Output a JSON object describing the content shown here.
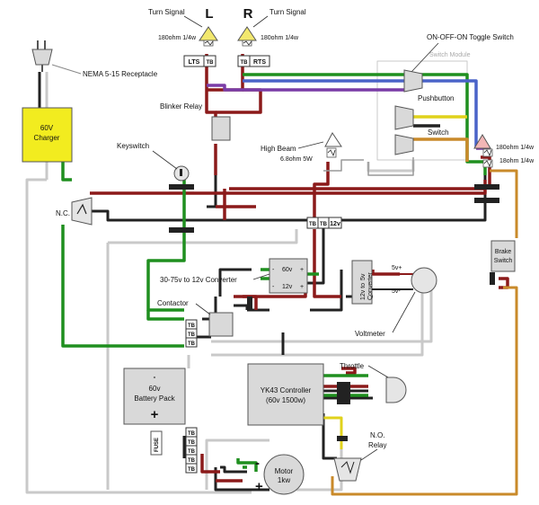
{
  "labels": {
    "turn_signal_left": "Turn Signal",
    "turn_signal_right": "Turn Signal",
    "letter_left": "L",
    "letter_right": "R",
    "res_left": "180ohm 1/4w",
    "res_right": "180ohm 1/4w",
    "lts": "LTS",
    "rts": "RTS",
    "tb": "TB",
    "nema": "NEMA 5-15 Receptacle",
    "toggle": "ON-OFF-ON Toggle Switch",
    "switch_module": "Switch Module",
    "pushbutton": "Pushbutton",
    "switch": "Switch",
    "charger_top": "60V",
    "charger_bottom": "Charger",
    "blinker": "Blinker Relay",
    "keyswitch": "Keyswitch",
    "high_beam": "High Beam",
    "res_high_beam": "6.8ohm 5W",
    "res_tail_1": "180ohm 1/4w",
    "res_tail_2": "18ohm 1/4w",
    "nc": "N.C.",
    "twelve_v": "12v",
    "converter_main": "30-75v to 12v Converter",
    "conv_60v": "60v",
    "conv_12v": "12v",
    "plus": "+",
    "minus": "-",
    "conv_5v_a": "12v to",
    "conv_5v_b": "5v",
    "conv_5v_c": "Converter",
    "five_v_plus": "5v+",
    "five_v_minus": "5v-",
    "voltmeter": "Voltmeter",
    "brake_top": "Brake",
    "brake_bottom": "Switch",
    "contactor": "Contactor",
    "battery_top": "60v",
    "battery_bottom": "Battery Pack",
    "controller_top": "YK43 Controller",
    "controller_bottom": "(60v 1500w)",
    "throttle": "Throttle",
    "no_relay_top": "N.O.",
    "no_relay_bottom": "Relay",
    "fuse": "FUSE",
    "motor_top": "Motor",
    "motor_bottom": "1kw"
  },
  "colors": {
    "red": "#8b1a1a",
    "green": "#1f8f1f",
    "black": "#222222",
    "grey": "#c9c9c9",
    "purple": "#7a3ca6",
    "blue": "#4a63c8",
    "yellow": "#e0d21c",
    "orange": "#c98a2a",
    "charger": "#f2ec1f",
    "box": "#d9d9d9"
  }
}
